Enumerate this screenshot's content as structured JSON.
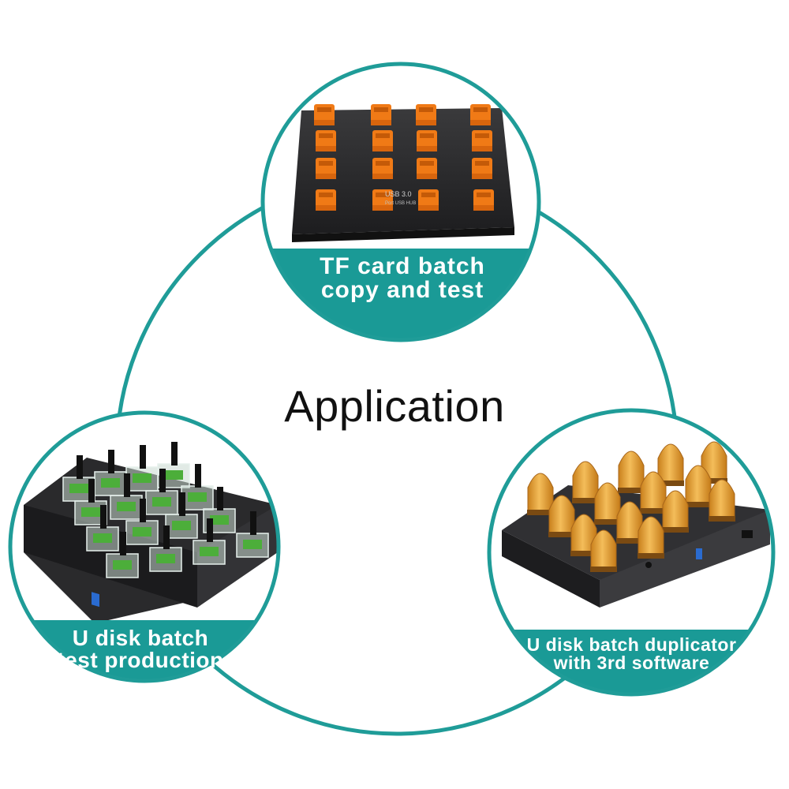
{
  "title": "Application",
  "colors": {
    "teal": "#1a9a96",
    "ring": "#1f9c98",
    "orange_adapter": "#f07a16",
    "gold_udisk": "#e8a23a",
    "hub_body": "#2e2e30"
  },
  "applications": [
    {
      "id": "top",
      "image": "usb-hub-with-orange-tf-card-readers-image",
      "hub_text": [
        "USB 3.0",
        "Port USB HUB"
      ],
      "label_lines": [
        "TF card batch",
        "copy and test"
      ]
    },
    {
      "id": "left",
      "image": "usb-hub-with-clear-u-disks-image",
      "label_lines": [
        "U disk batch",
        "test production"
      ]
    },
    {
      "id": "right",
      "image": "usb-hub-with-gold-u-disks-image",
      "label_lines": [
        "U disk batch duplicator",
        "with 3rd software"
      ]
    }
  ]
}
